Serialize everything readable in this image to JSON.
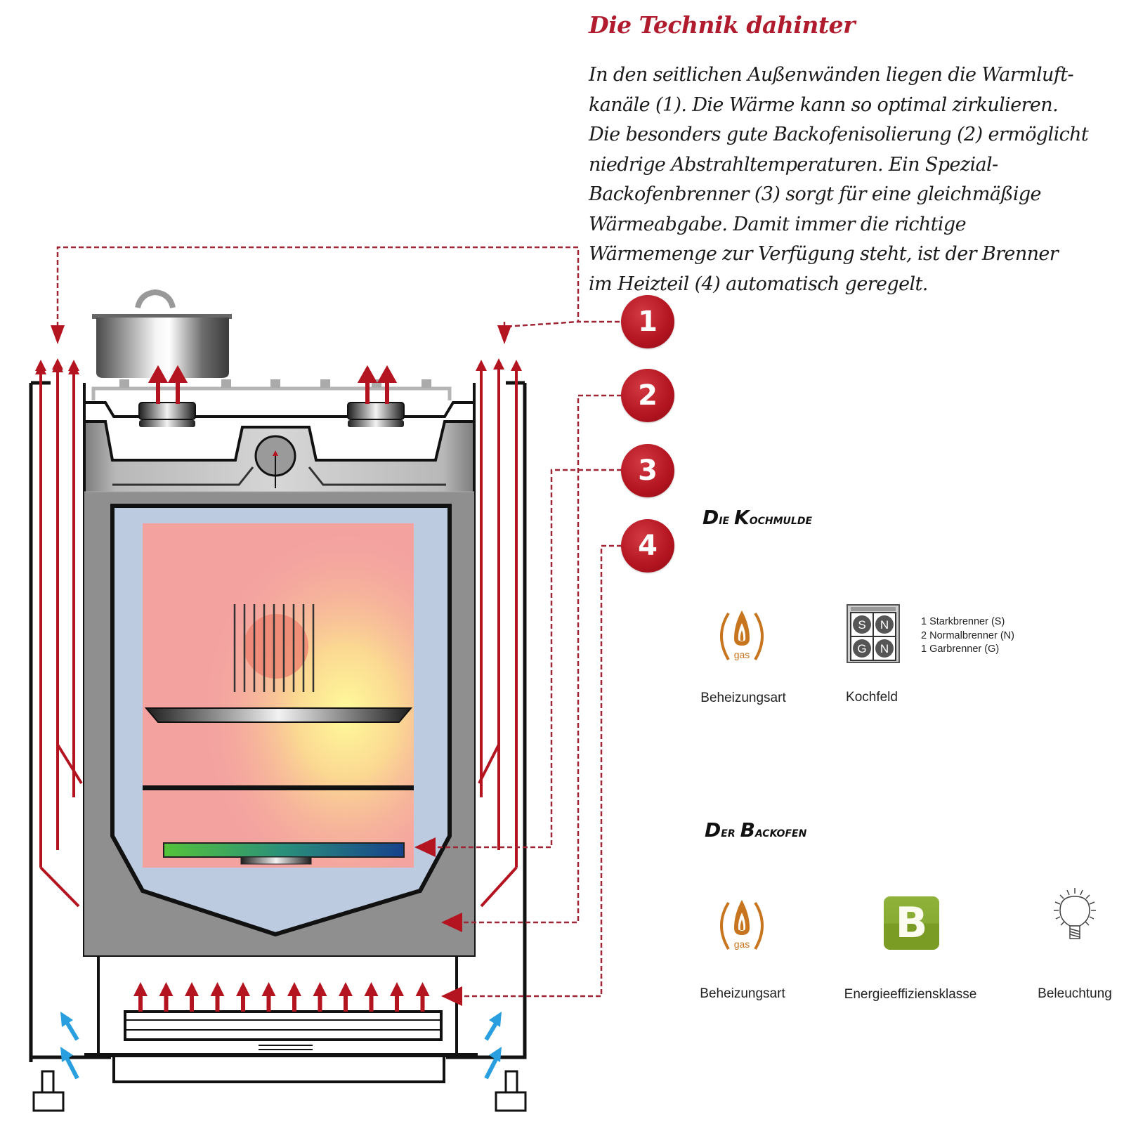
{
  "header": {
    "title": "Die Technik dahinter",
    "body_lines": [
      "In den seitlichen Außenwänden liegen die Warmluft-",
      "kanäle (1). Die Wärme kann so optimal zirkulieren.",
      "Die besonders gute Backofenisolierung (2) ermöglicht",
      "niedrige Abstrahltemperaturen. Ein Spezial-",
      "Backofenbrenner (3) sorgt für eine gleichmäßige",
      "Wärmeabgabe. Damit immer die richtige",
      "Wärmemenge zur Verfügung steht, ist der Brenner",
      "im Heizteil (4) automatisch geregelt."
    ]
  },
  "callouts": [
    {
      "number": "1",
      "meaning": "Warmluftkanäle"
    },
    {
      "number": "2",
      "meaning": "Backofenisolierung"
    },
    {
      "number": "3",
      "meaning": "Backofenbrenner"
    },
    {
      "number": "4",
      "meaning": "Heizteil"
    }
  ],
  "kochmulde": {
    "title_first": "D",
    "title_rest": "ie ",
    "title_second": "K",
    "title_rest2": "ochmulde",
    "heating": {
      "icon": "gas-flame-icon",
      "icon_text": "gas",
      "label": "Beheizungsart"
    },
    "cooktop": {
      "icon": "cooktop-grid-icon",
      "burner_letters": [
        "S",
        "N",
        "G",
        "N"
      ],
      "label": "Kochfeld",
      "burners": [
        "1 Starkbrenner (S)",
        "2 Normalbrenner (N)",
        "1 Garbrenner (G)"
      ]
    }
  },
  "backofen": {
    "title_first": "D",
    "title_rest": "er ",
    "title_second": "B",
    "title_rest2": "ackofen",
    "heating": {
      "icon": "gas-flame-icon",
      "icon_text": "gas",
      "label": "Beheizungsart"
    },
    "energy": {
      "icon": "energy-class-badge",
      "class": "B",
      "label": "Energieeffiziensklasse"
    },
    "light": {
      "icon": "light-bulb-icon",
      "label": "Beleuchtung"
    }
  },
  "colors": {
    "accent_red": "#b01c2e",
    "heat_arrow": "#b3141f",
    "cold_air": "#2a9fe0",
    "gas_orange": "#c7751e",
    "energy_green": "#86a930",
    "insulation_blue": "#bccbe0",
    "oven_pink": "#f4a2a0",
    "housing_gray": "#8f8f8f"
  }
}
